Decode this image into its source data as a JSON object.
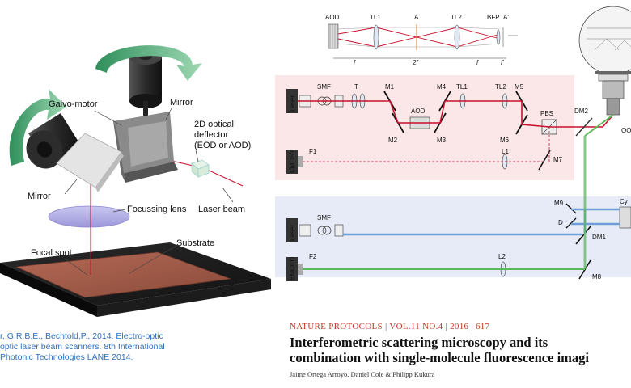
{
  "left_figure": {
    "labels": {
      "galvo_motor": "Galvo-motor",
      "mirror_top": "Mirror",
      "deflector_line1": "2D optical",
      "deflector_line2": "deflector",
      "deflector_line3": "(EOD or AOD)",
      "mirror_left": "Mirror",
      "focussing_lens": "Focussing lens",
      "laser_beam": "Laser beam",
      "substrate": "Substrate",
      "focal_spot": "Focal spot"
    },
    "citation": [
      "r, G.R.B.E., Bechtold,P., 2014. Electro-optic",
      "optic laser beam scanners. 8th International",
      " Photonic Technologies LANE 2014."
    ]
  },
  "right_figure": {
    "top_labels": {
      "aod": "AOD",
      "tl1": "TL1",
      "a": "A",
      "tl2": "TL2",
      "bfp": "BFP",
      "a_prime": "A'",
      "f1": "f",
      "f2": "2f",
      "f3": "f",
      "f4": "f'"
    },
    "red_panel": {
      "laser": "Laser",
      "smf": "SMF",
      "t": "T",
      "m1": "M1",
      "m4": "M4",
      "tl1": "TL1",
      "tl2": "TL2",
      "m5": "M5",
      "aod": "AOD",
      "m2": "M2",
      "m3": "M3",
      "pbs": "PBS",
      "m6": "M6",
      "cmos": "CMOS1",
      "f1": "F1",
      "l1": "L1",
      "m7": "M7"
    },
    "right_labels": {
      "dm2": "DM2",
      "oo": "OO"
    },
    "blue_panel": {
      "laser": "Laser",
      "smf": "SMF",
      "m9": "M9",
      "d": "D",
      "dm1": "DM1",
      "cy": "Cy",
      "emccd": "EMCCD",
      "f2": "F2",
      "l2": "L2",
      "m8": "M8"
    },
    "journal": {
      "name": "NATURE PROTOCOLS",
      "volume": "VOL.11 NO.4",
      "year": "2016",
      "page": "617"
    },
    "title_line1": "Interferometric scattering microscopy and its",
    "title_line2": "combination with single-molecule fluorescence imagi",
    "authors": "Jaime Ortega Arroyo, Daniel Cole & Philipp Kukura"
  },
  "colors": {
    "red_beam": "#c8102e",
    "blue_beam": "#6f9fd8",
    "green_beam": "#5cb85c",
    "citation_text": "#2f6fbf",
    "journal_text": "#c0392b"
  }
}
